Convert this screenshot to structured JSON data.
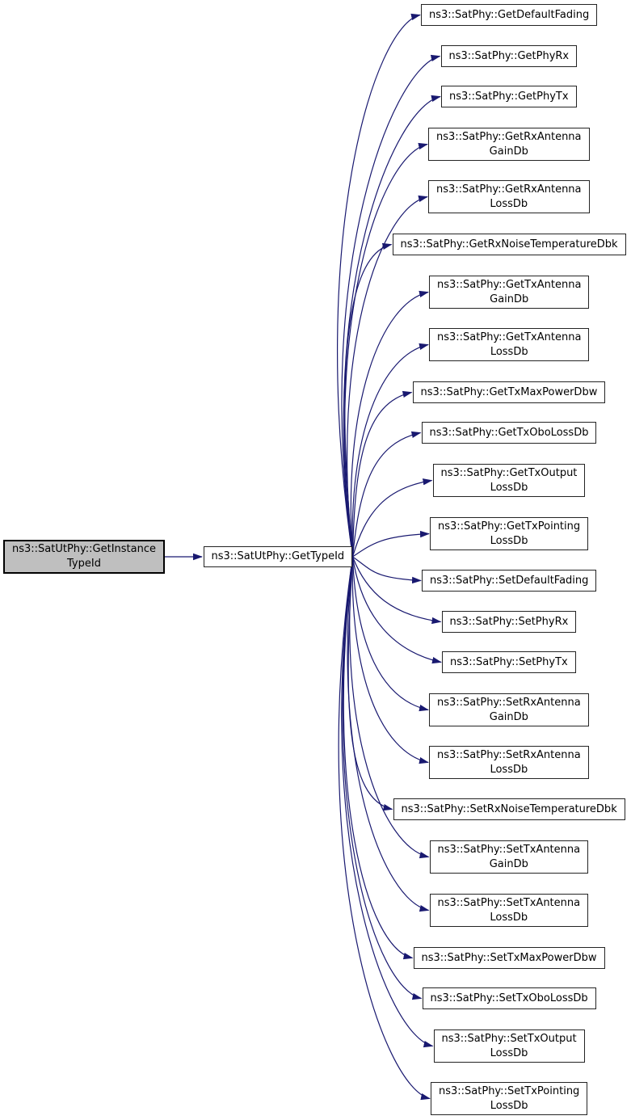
{
  "graph": {
    "type": "call-graph",
    "colors": {
      "background": "#ffffff",
      "edge": "#191970",
      "node_fill": "#ffffff",
      "node_border": "#242424",
      "current_node_fill": "#bfbfbf",
      "current_node_border": "#000000",
      "text": "#000000"
    },
    "root": {
      "id": "root",
      "lines": [
        "ns3::SatUtPhy::GetInstance",
        "TypeId"
      ]
    },
    "hub": {
      "id": "hub",
      "lines": [
        "ns3::SatUtPhy::GetTypeId"
      ]
    },
    "callees": [
      {
        "id": "get-default-fading",
        "lines": [
          "ns3::SatPhy::GetDefaultFading"
        ]
      },
      {
        "id": "get-phy-rx",
        "lines": [
          "ns3::SatPhy::GetPhyRx"
        ]
      },
      {
        "id": "get-phy-tx",
        "lines": [
          "ns3::SatPhy::GetPhyTx"
        ]
      },
      {
        "id": "get-rx-antenna-gain-db",
        "lines": [
          "ns3::SatPhy::GetRxAntenna",
          "GainDb"
        ]
      },
      {
        "id": "get-rx-antenna-loss-db",
        "lines": [
          "ns3::SatPhy::GetRxAntenna",
          "LossDb"
        ]
      },
      {
        "id": "get-rx-noise-temperature-dbk",
        "lines": [
          "ns3::SatPhy::GetRxNoiseTemperatureDbk"
        ]
      },
      {
        "id": "get-tx-antenna-gain-db",
        "lines": [
          "ns3::SatPhy::GetTxAntenna",
          "GainDb"
        ]
      },
      {
        "id": "get-tx-antenna-loss-db",
        "lines": [
          "ns3::SatPhy::GetTxAntenna",
          "LossDb"
        ]
      },
      {
        "id": "get-tx-max-power-dbw",
        "lines": [
          "ns3::SatPhy::GetTxMaxPowerDbw"
        ]
      },
      {
        "id": "get-tx-obo-loss-db",
        "lines": [
          "ns3::SatPhy::GetTxOboLossDb"
        ]
      },
      {
        "id": "get-tx-output-loss-db",
        "lines": [
          "ns3::SatPhy::GetTxOutput",
          "LossDb"
        ]
      },
      {
        "id": "get-tx-pointing-loss-db",
        "lines": [
          "ns3::SatPhy::GetTxPointing",
          "LossDb"
        ]
      },
      {
        "id": "set-default-fading",
        "lines": [
          "ns3::SatPhy::SetDefaultFading"
        ]
      },
      {
        "id": "set-phy-rx",
        "lines": [
          "ns3::SatPhy::SetPhyRx"
        ]
      },
      {
        "id": "set-phy-tx",
        "lines": [
          "ns3::SatPhy::SetPhyTx"
        ]
      },
      {
        "id": "set-rx-antenna-gain-db",
        "lines": [
          "ns3::SatPhy::SetRxAntenna",
          "GainDb"
        ]
      },
      {
        "id": "set-rx-antenna-loss-db",
        "lines": [
          "ns3::SatPhy::SetRxAntenna",
          "LossDb"
        ]
      },
      {
        "id": "set-rx-noise-temperature-dbk",
        "lines": [
          "ns3::SatPhy::SetRxNoiseTemperatureDbk"
        ]
      },
      {
        "id": "set-tx-antenna-gain-db",
        "lines": [
          "ns3::SatPhy::SetTxAntenna",
          "GainDb"
        ]
      },
      {
        "id": "set-tx-antenna-loss-db",
        "lines": [
          "ns3::SatPhy::SetTxAntenna",
          "LossDb"
        ]
      },
      {
        "id": "set-tx-max-power-dbw",
        "lines": [
          "ns3::SatPhy::SetTxMaxPowerDbw"
        ]
      },
      {
        "id": "set-tx-obo-loss-db",
        "lines": [
          "ns3::SatPhy::SetTxOboLossDb"
        ]
      },
      {
        "id": "set-tx-output-loss-db",
        "lines": [
          "ns3::SatPhy::SetTxOutput",
          "LossDb"
        ]
      },
      {
        "id": "set-tx-pointing-loss-db",
        "lines": [
          "ns3::SatPhy::SetTxPointing",
          "LossDb"
        ]
      }
    ],
    "edges": [
      {
        "from": "root",
        "to": "hub"
      },
      {
        "from": "hub",
        "to": "get-default-fading"
      },
      {
        "from": "hub",
        "to": "get-phy-rx"
      },
      {
        "from": "hub",
        "to": "get-phy-tx"
      },
      {
        "from": "hub",
        "to": "get-rx-antenna-gain-db"
      },
      {
        "from": "hub",
        "to": "get-rx-antenna-loss-db"
      },
      {
        "from": "hub",
        "to": "get-rx-noise-temperature-dbk"
      },
      {
        "from": "hub",
        "to": "get-tx-antenna-gain-db"
      },
      {
        "from": "hub",
        "to": "get-tx-antenna-loss-db"
      },
      {
        "from": "hub",
        "to": "get-tx-max-power-dbw"
      },
      {
        "from": "hub",
        "to": "get-tx-obo-loss-db"
      },
      {
        "from": "hub",
        "to": "get-tx-output-loss-db"
      },
      {
        "from": "hub",
        "to": "get-tx-pointing-loss-db"
      },
      {
        "from": "hub",
        "to": "set-default-fading"
      },
      {
        "from": "hub",
        "to": "set-phy-rx"
      },
      {
        "from": "hub",
        "to": "set-phy-tx"
      },
      {
        "from": "hub",
        "to": "set-rx-antenna-gain-db"
      },
      {
        "from": "hub",
        "to": "set-rx-antenna-loss-db"
      },
      {
        "from": "hub",
        "to": "set-rx-noise-temperature-dbk"
      },
      {
        "from": "hub",
        "to": "set-tx-antenna-gain-db"
      },
      {
        "from": "hub",
        "to": "set-tx-antenna-loss-db"
      },
      {
        "from": "hub",
        "to": "set-tx-max-power-dbw"
      },
      {
        "from": "hub",
        "to": "set-tx-obo-loss-db"
      },
      {
        "from": "hub",
        "to": "set-tx-output-loss-db"
      },
      {
        "from": "hub",
        "to": "set-tx-pointing-loss-db"
      }
    ]
  }
}
